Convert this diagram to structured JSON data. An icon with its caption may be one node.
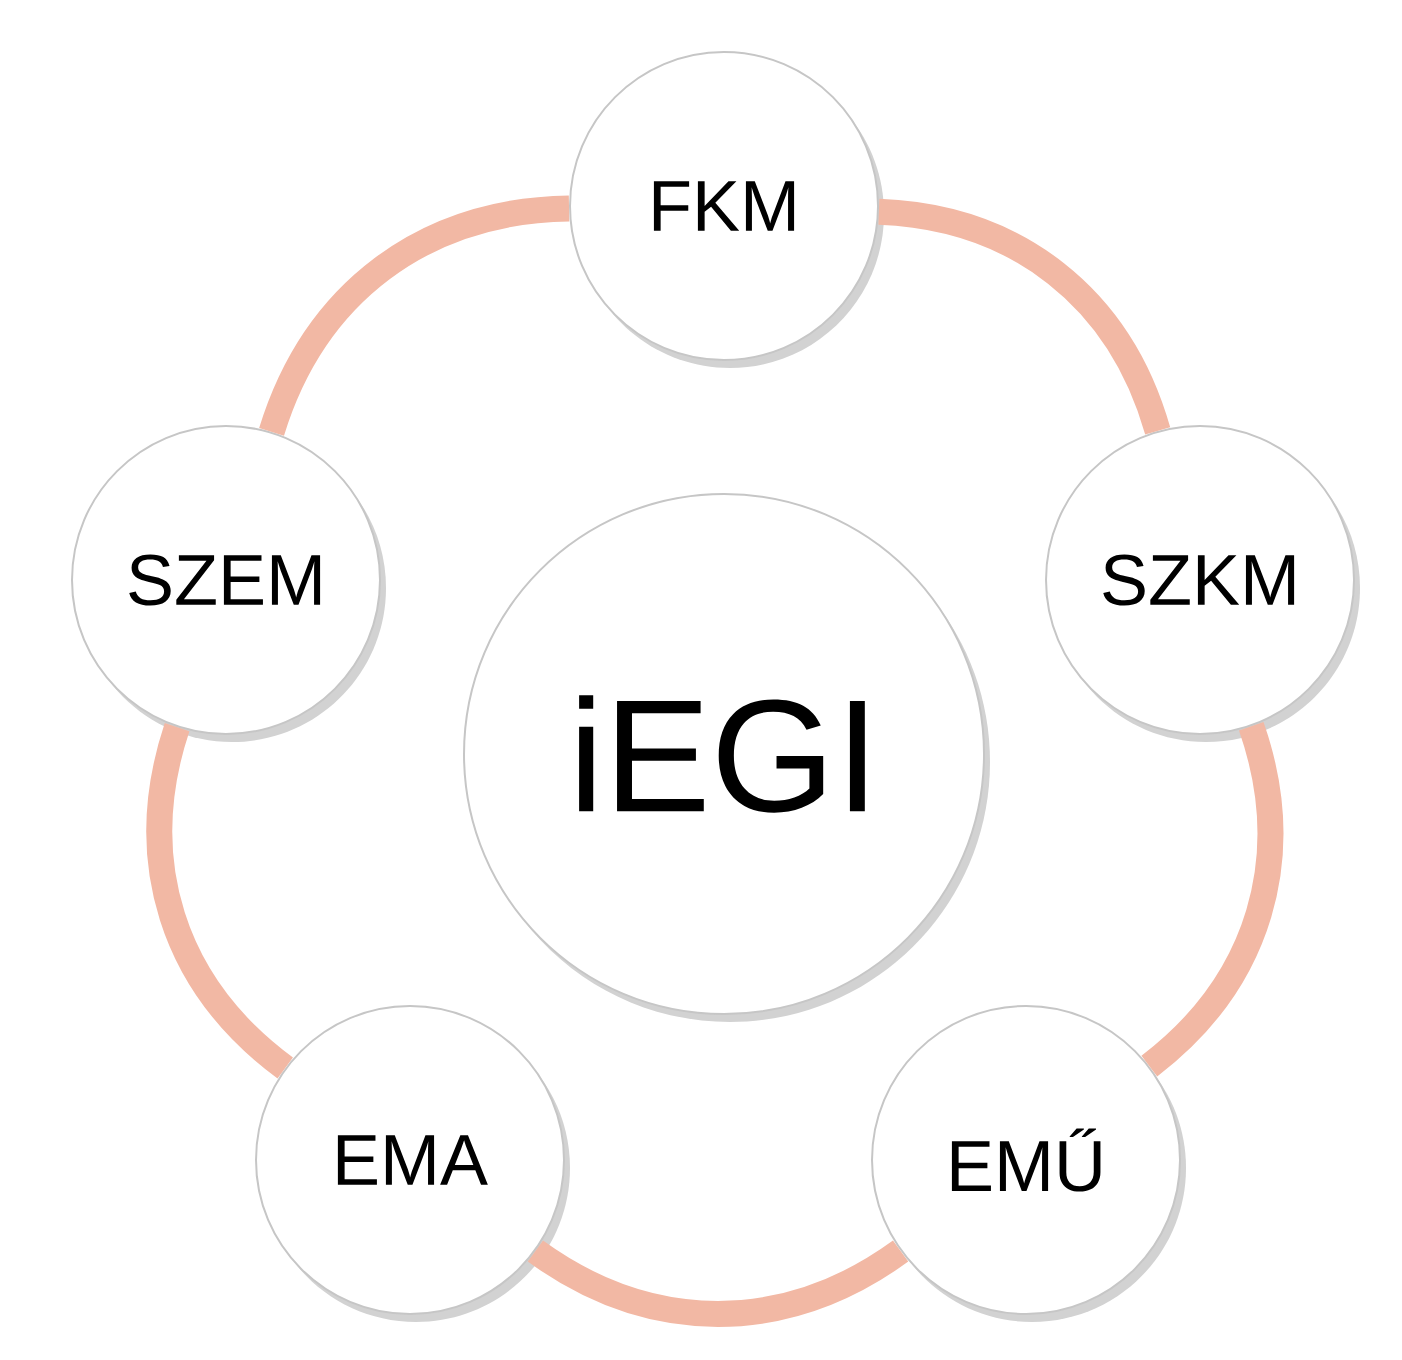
{
  "diagram": {
    "nodes": [
      {
        "text": [
          "iEGI"
        ]
      },
      {
        "text": [
          "FKM"
        ]
      },
      {
        "text": [
          "SZKM"
        ]
      },
      {
        "text": [
          "EMŰ"
        ]
      },
      {
        "text": [
          "EMA"
        ]
      },
      {
        "text": [
          "SZEM"
        ]
      }
    ],
    "edges": [
      {
        "from": 1,
        "to": 2,
        "arrow": "none"
      },
      {
        "from": 2,
        "to": 3,
        "arrow": "none"
      },
      {
        "from": 3,
        "to": 4,
        "arrow": "none"
      },
      {
        "from": 4,
        "to": 5,
        "arrow": "none"
      },
      {
        "from": 5,
        "to": 1,
        "arrow": "none"
      }
    ]
  }
}
